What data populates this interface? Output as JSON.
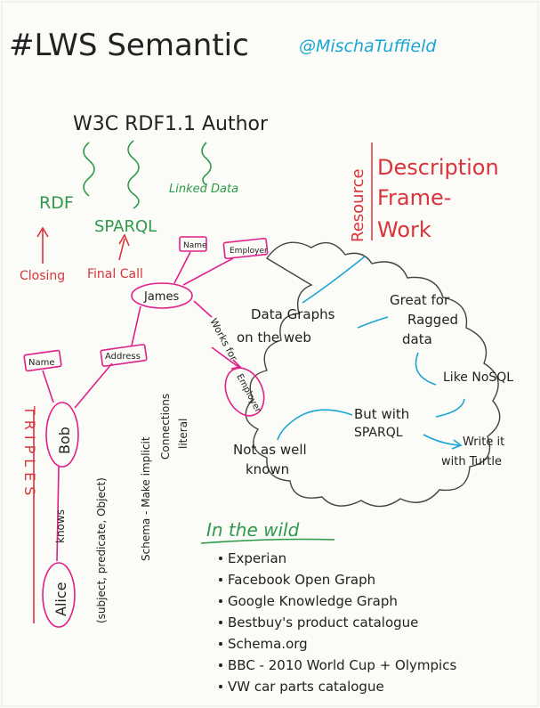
{
  "title": "#LWS Semantic",
  "author_handle": "@MischaTuffield",
  "top": {
    "header": "W3C RDF1.1 Author",
    "rdf": "RDF",
    "sparql": "SPARQL",
    "linked_data": "Linked Data",
    "closing": "Closing",
    "final_call": "Final Call"
  },
  "rdf_title": {
    "resource": "Resource",
    "description": "Description",
    "frame": "Frame-",
    "work": "Work"
  },
  "graph": {
    "name1": "Name",
    "employer": "Employer",
    "james": "James",
    "works_for": "Works for",
    "employer_val": "Employer",
    "address": "Address",
    "name2": "Name",
    "bob": "Bob",
    "knows": "knows",
    "alice": "Alice"
  },
  "triples_label": "TRIPLES",
  "spo_label": "(subject, predicate, Object)",
  "schema_note": [
    "Schema - Make implicit",
    "Connections",
    "literal"
  ],
  "cloud": {
    "data_graphs": [
      "Data Graphs",
      "on the web"
    ],
    "great_for": [
      "Great for",
      "Ragged",
      "data"
    ],
    "like_nosql": "Like NoSQL",
    "but_with": [
      "But with",
      "SPARQL"
    ],
    "write_turtle": [
      "Write it",
      "with Turtle"
    ],
    "not_as_well": [
      "Not as well",
      "known"
    ]
  },
  "in_the_wild": {
    "heading": "In the wild",
    "items": [
      "Experian",
      "Facebook Open Graph",
      "Google Knowledge Graph",
      "Bestbuy's product catalogue",
      "Schema.org",
      "BBC - 2010 World Cup + Olympics",
      "VW car parts catalogue"
    ]
  },
  "colors": {
    "ink": "#222222",
    "green": "#2e9a4a",
    "red": "#d9343b",
    "blue": "#1aa6d4",
    "pink": "#e0208a"
  }
}
